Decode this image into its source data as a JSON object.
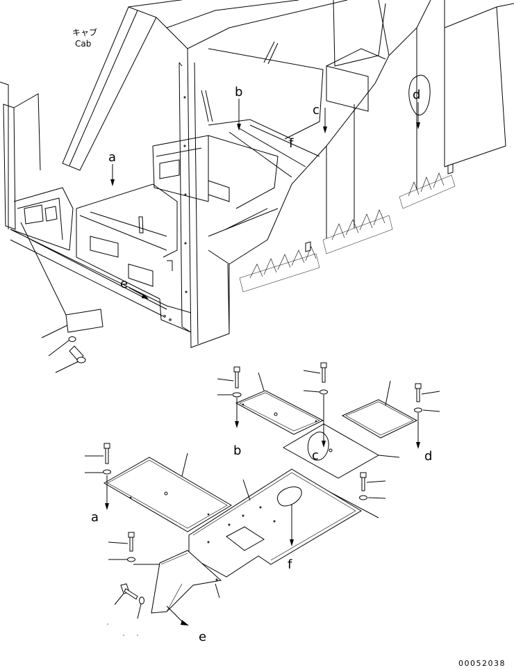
{
  "cab_label": {
    "japanese": "キャブ",
    "english": "Cab"
  },
  "callouts": {
    "a": "a",
    "b": "b",
    "c": "c",
    "d": "d",
    "e": "e",
    "f": "f"
  },
  "drawing_number": "00052038"
}
